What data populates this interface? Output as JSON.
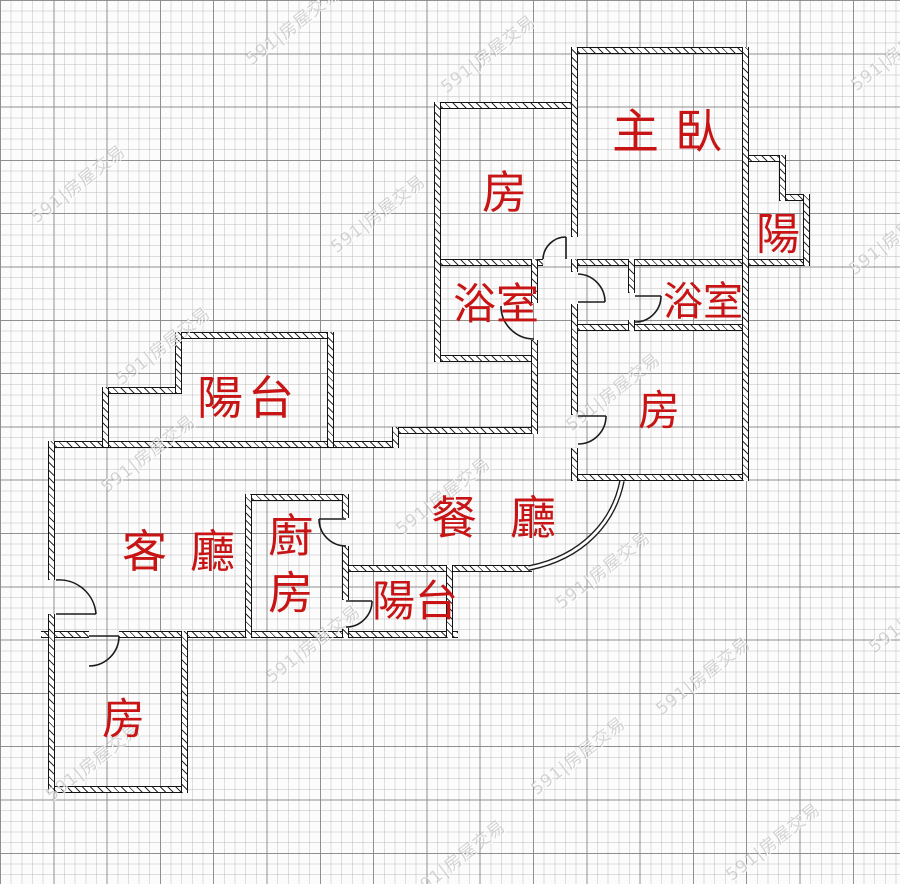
{
  "watermark": {
    "text": "591|房屋交易"
  },
  "plan": {
    "label_color": "#c81414",
    "rooms": [
      {
        "id": "master-bedroom",
        "label": "主臥"
      },
      {
        "id": "room-top",
        "label": "房"
      },
      {
        "id": "balcony-right",
        "label": "陽"
      },
      {
        "id": "bathroom-1",
        "label": "浴室"
      },
      {
        "id": "bathroom-2",
        "label": "浴室"
      },
      {
        "id": "room-right",
        "label": "房"
      },
      {
        "id": "balcony-upper",
        "label": "陽台"
      },
      {
        "id": "living-room",
        "label": "客廳"
      },
      {
        "id": "kitchen",
        "label": "廚房"
      },
      {
        "id": "dining-room",
        "label": "餐廳"
      },
      {
        "id": "balcony-lower",
        "label": "陽台"
      },
      {
        "id": "room-bottom",
        "label": "房"
      }
    ]
  }
}
